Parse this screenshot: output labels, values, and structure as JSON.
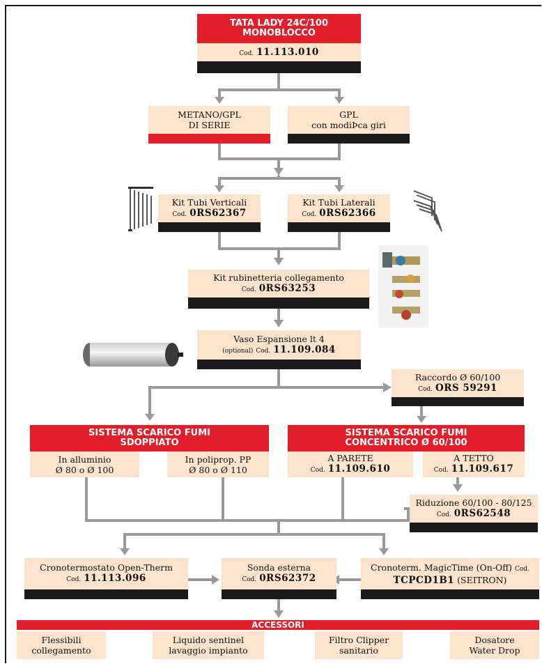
{
  "product": {
    "title": "TATA LADY 24C/100",
    "subtitle": "MONOBLOCCO",
    "cod_label": "Cod.",
    "code": "11.113.010"
  },
  "gas": [
    {
      "line1": "METANO/GPL",
      "line2": "DI SERIE"
    },
    {
      "line1": "GPL",
      "line2": "con modiÞca giri"
    }
  ],
  "kits": [
    {
      "title": "Kit Tubi Verticali",
      "cod_label": "Cod.",
      "code": "0RS62367"
    },
    {
      "title": "Kit Tubi Laterali",
      "cod_label": "Cod.",
      "code": "0RS62366"
    }
  ],
  "rubinetteria": {
    "title": "Kit rubinetteria collegamento",
    "cod_label": "Cod.",
    "code": "0RS63253"
  },
  "vaso": {
    "title": "Vaso Espansione lt 4",
    "optional": "(optional)",
    "cod_label": "Cod.",
    "code": "11.109.084"
  },
  "raccordo": {
    "title": "Raccordo Ø 60/100",
    "cod_label": "Cod.",
    "code": "ORS 59291"
  },
  "sdoppiato": {
    "title": "SISTEMA SCARICO FUMI",
    "subtitle": "SDOPPIATO",
    "items": [
      {
        "line1": "In alluminio",
        "line2": "Ø 80 o Ø 100"
      },
      {
        "line1": "In poliprop. PP",
        "line2": "Ø 80 o Ø 110"
      }
    ]
  },
  "concentrico": {
    "title": "SISTEMA SCARICO FUMI",
    "subtitle": "CONCENTRICO Ø 60/100",
    "items": [
      {
        "line1": "A PARETE",
        "cod_label": "Cod.",
        "code": "11.109.610"
      },
      {
        "line1": "A TETTO",
        "cod_label": "Cod.",
        "code": "11.109.617"
      }
    ]
  },
  "riduzione": {
    "title": "Riduzione 60/100 - 80/125",
    "cod_label": "Cod.",
    "code": "0RS62548"
  },
  "crono_open": {
    "title": "Cronotermostato Open-Therm",
    "cod_label": "Cod.",
    "code": "11.113.096"
  },
  "sonda": {
    "title": "Sonda esterna",
    "cod_label": "Cod.",
    "code": "0RS62372"
  },
  "crono_magic": {
    "title": "Cronoterm. MagicTime (On-Off)",
    "cod_label": "Cod.",
    "code": "TCPCD1B1",
    "suffix": "(SEITRON)"
  },
  "accessori": {
    "title": "ACCESSORI",
    "items": [
      {
        "line1": "Flessibili",
        "line2": "collegamento"
      },
      {
        "line1": "Liquido sentinel",
        "line2": "lavaggio impianto"
      },
      {
        "line1": "Filtro Clipper",
        "line2": "sanitario"
      },
      {
        "line1": "Dosatore",
        "line2": "Water Drop"
      }
    ]
  },
  "colors": {
    "red": "#e21e2b",
    "peach": "#fbe3cc",
    "black": "#1b1b1b",
    "connector": "#9a9a9a"
  }
}
